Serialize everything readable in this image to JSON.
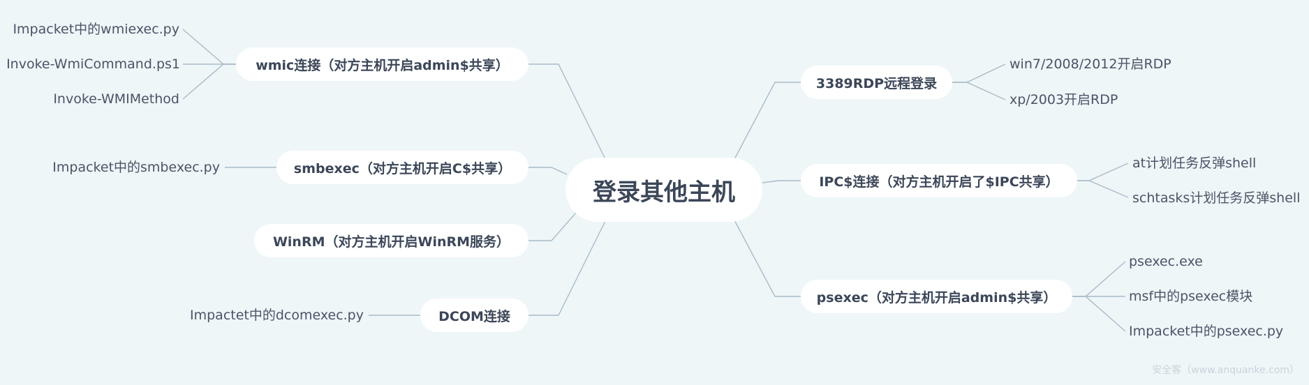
{
  "root": {
    "label": "登录其他主机"
  },
  "left": [
    {
      "label": "wmic连接（对方主机开启admin$共享）",
      "leaves": [
        "Impacket中的wmiexec.py",
        "Invoke-WmiCommand.ps1",
        "Invoke-WMIMethod"
      ]
    },
    {
      "label": "smbexec（对方主机开启C$共享）",
      "leaves": [
        "Impacket中的smbexec.py"
      ]
    },
    {
      "label": "WinRM（对方主机开启WinRM服务）",
      "leaves": []
    },
    {
      "label": "DCOM连接",
      "leaves": [
        "Impactet中的dcomexec.py"
      ]
    }
  ],
  "right": [
    {
      "label": "3389RDP远程登录",
      "leaves": [
        "win7/2008/2012开启RDP",
        "xp/2003开启RDP"
      ]
    },
    {
      "label": "IPC$连接（对方主机开启了$IPC共享）",
      "leaves": [
        "at计划任务反弹shell",
        "schtasks计划任务反弹shell"
      ]
    },
    {
      "label": "psexec（对方主机开启admin$共享）",
      "leaves": [
        "psexec.exe",
        "msf中的psexec模块",
        "Impacket中的psexec.py"
      ]
    }
  ],
  "watermark": "安全客（www.anquanke.com）",
  "colors": {
    "background": "#eef6f8",
    "node_fill": "#ffffff",
    "connector": "#a9bcc8",
    "text": "#3b4658"
  }
}
